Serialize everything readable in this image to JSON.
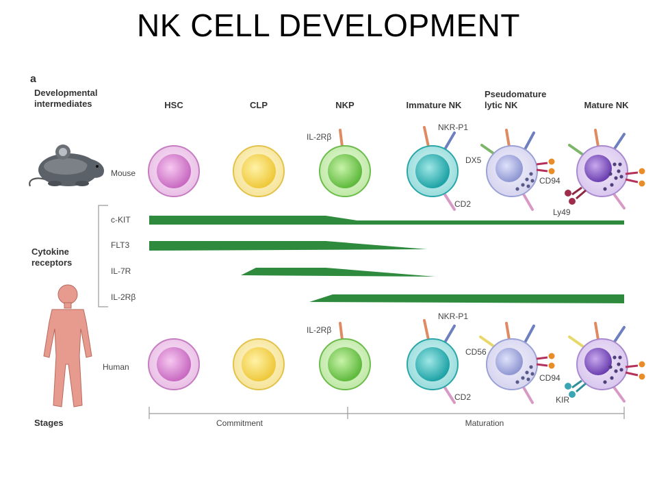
{
  "title": "NK CELL DEVELOPMENT",
  "panel_label": "a",
  "row_headers": {
    "dev_line1": "Developmental",
    "dev_line2": "intermediates",
    "cyt_line1": "Cytokine",
    "cyt_line2": "receptors",
    "stages": "Stages"
  },
  "stages": [
    {
      "id": "hsc",
      "label": "HSC"
    },
    {
      "id": "clp",
      "label": "CLP"
    },
    {
      "id": "nkp",
      "label": "NKP"
    },
    {
      "id": "immature",
      "label": "Immature NK"
    },
    {
      "id": "pseudo",
      "label_line1": "Pseudomature",
      "label_line2": "lytic NK"
    },
    {
      "id": "mature",
      "label": "Mature NK"
    }
  ],
  "species": {
    "mouse": "Mouse",
    "human": "Human"
  },
  "markers": {
    "il2rb": "IL-2Rβ",
    "nkrp1": "NKR-P1",
    "cd2": "CD2",
    "dx5": "DX5",
    "cd94": "CD94",
    "ly49": "Ly49",
    "cd56": "CD56",
    "kir": "KIR"
  },
  "cytokines": [
    "c-KIT",
    "FLT3",
    "IL-7R",
    "IL-2Rβ"
  ],
  "phases": {
    "commitment": "Commitment",
    "maturation": "Maturation"
  },
  "colors": {
    "receptor_bar": "#2e8b3e",
    "hsc": "#d98ad4",
    "clp": "#f2d35a",
    "nkp": "#7fcf5a",
    "immature": "#2fb7b8",
    "pseudo": "#a7aee0",
    "mature": "#8b5fc6",
    "stalk_orange": "#e08a62",
    "stalk_blue": "#6d7fbf",
    "stalk_pink": "#d89ac4",
    "stalk_green": "#7db66a",
    "stalk_yellow": "#e8d86a",
    "cd94": "#b3315a",
    "kir": "#3aa6b3"
  }
}
